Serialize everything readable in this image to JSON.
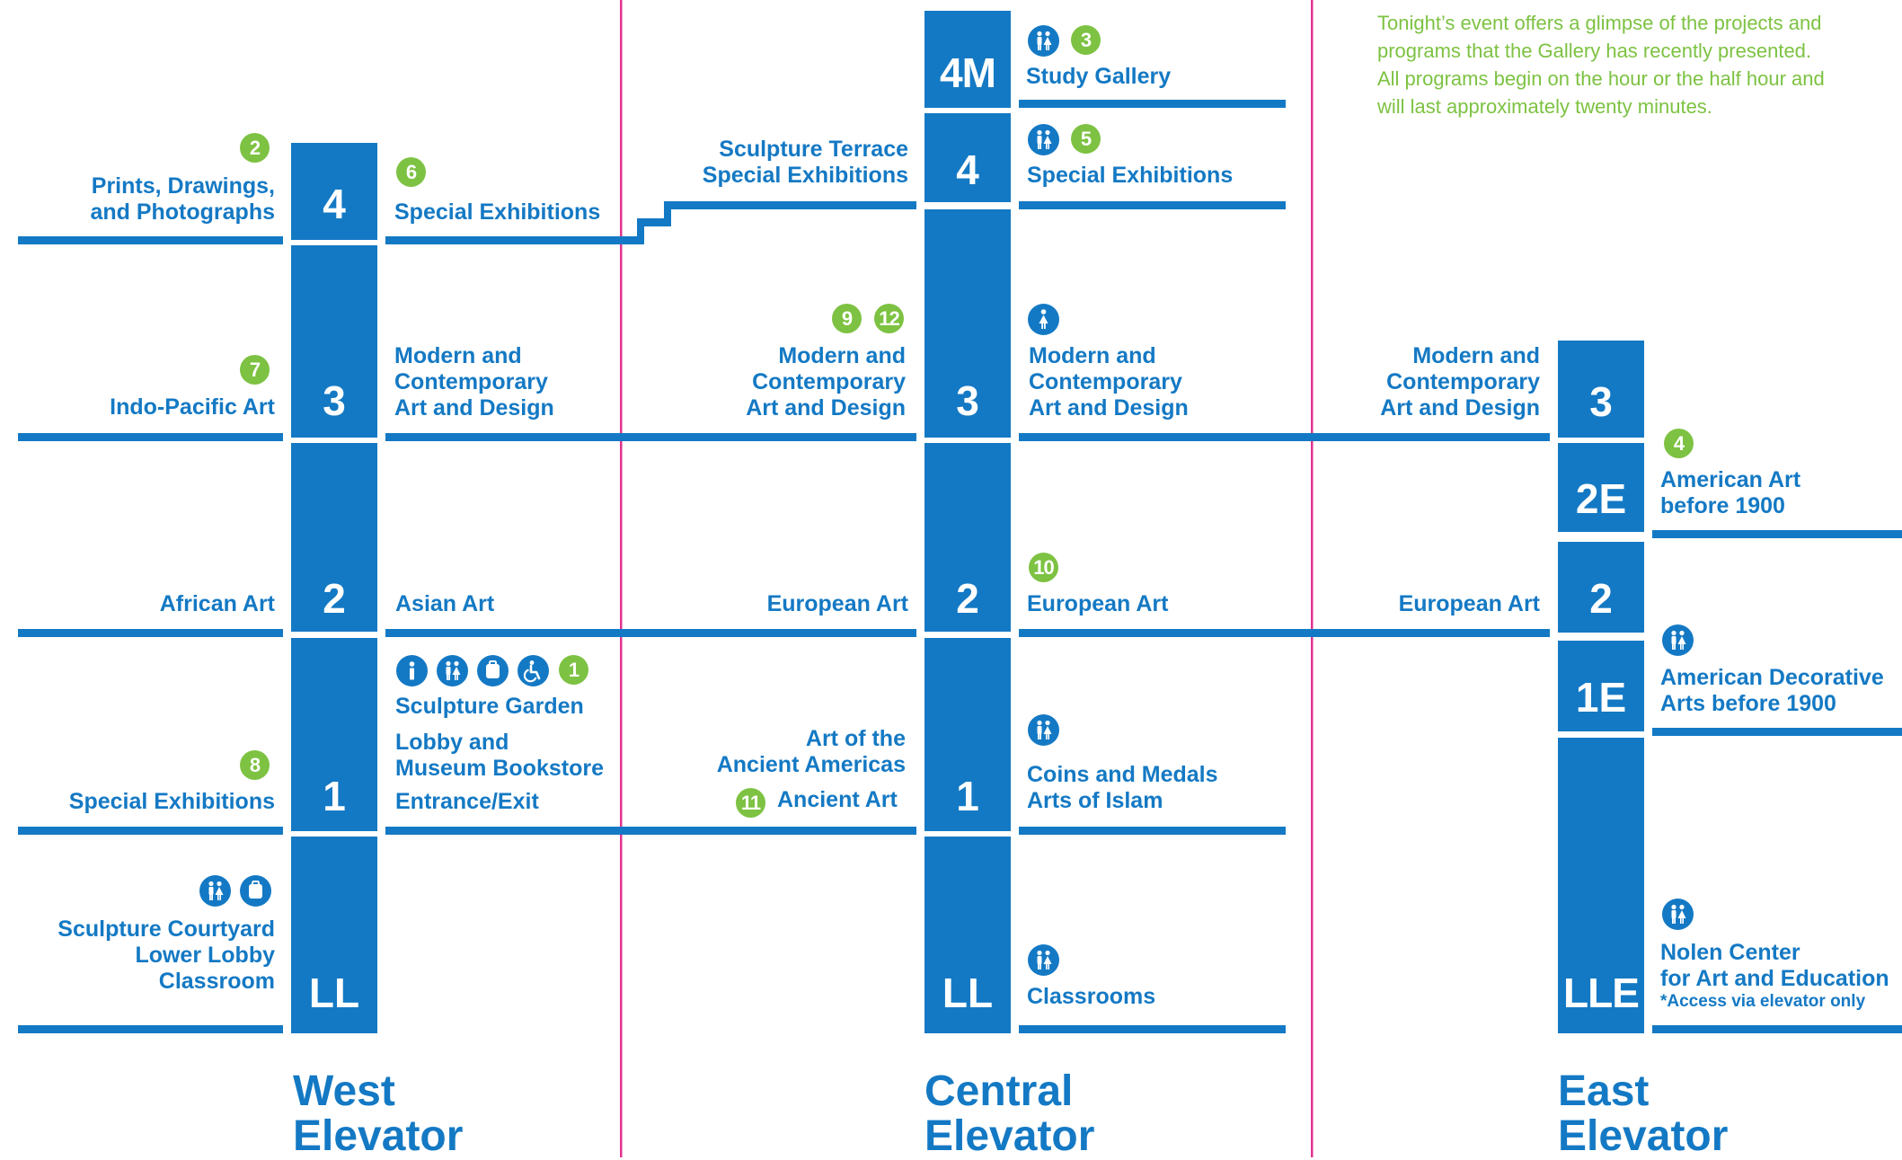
{
  "intro_lines": [
    "Tonight’s event offers a glimpse of the projects and",
    "programs that the Gallery has recently presented.",
    "All programs begin on the hour or the half hour and",
    "will last approximately twenty minutes."
  ],
  "colors": {
    "blue": "#1479c4",
    "green": "#7dc242",
    "divider": "#e0338f"
  },
  "elevators": {
    "west": {
      "name_line1": "West",
      "name_line2": "Elevator"
    },
    "central": {
      "name_line1": "Central",
      "name_line2": "Elevator"
    },
    "east": {
      "name_line1": "East",
      "name_line2": "Elevator"
    }
  },
  "floor_numbers": {
    "w4": "4",
    "w3": "3",
    "w2": "2",
    "w1": "1",
    "wll": "LL",
    "c4m": "4M",
    "c4": "4",
    "c3": "3",
    "c2": "2",
    "c1": "1",
    "cll": "LL",
    "e3": "3",
    "e2e": "2E",
    "e2": "2",
    "e1e": "1E",
    "elle": "LLE"
  },
  "labels": {
    "w4_left_1": "Prints, Drawings,",
    "w4_left_2": "and Photographs",
    "w4_right": "Special Exhibitions",
    "w3_left": "Indo-Pacific Art",
    "w3_right_1": "Modern and",
    "w3_right_2": "Contemporary",
    "w3_right_3": "Art and Design",
    "w2_left": "African Art",
    "w2_right": "Asian Art",
    "w1_left": "Special Exhibitions",
    "w1_right_1": "Sculpture Garden",
    "w1_right_2": "Lobby and",
    "w1_right_3": "Museum Bookstore",
    "w1_right_4": "Entrance/Exit",
    "wll_left_1": "Sculpture Courtyard",
    "wll_left_2": "Lower Lobby",
    "wll_left_3": "Classroom",
    "c4m_right": "Study Gallery",
    "c4_left_1": "Sculpture Terrace",
    "c4_left_2": "Special Exhibitions",
    "c4_right": "Special Exhibitions",
    "c3_left_1": "Modern and",
    "c3_left_2": "Contemporary",
    "c3_left_3": "Art and Design",
    "c3_right_1": "Modern and",
    "c3_right_2": "Contemporary",
    "c3_right_3": "Art and Design",
    "c2_left": "European Art",
    "c2_right": "European Art",
    "c1_left_1": "Art of the",
    "c1_left_2": "Ancient Americas",
    "c1_left_3": "Ancient Art",
    "c1_right_1": "Coins and Medals",
    "c1_right_2": "Arts of Islam",
    "cll_right": "Classrooms",
    "e3_left_1": "Modern and",
    "e3_left_2": "Contemporary",
    "e3_left_3": "Art and Design",
    "e2e_right_1": "American Art",
    "e2e_right_2": "before 1900",
    "e2_left": "European Art",
    "e1e_right_1": "American Decorative",
    "e1e_right_2": "Arts before 1900",
    "elle_right_1": "Nolen Center",
    "elle_right_2": "for Art and Education",
    "elle_note": "*Access via elevator only"
  },
  "program_badges": {
    "w4_left": "2",
    "w4_right": "6",
    "w3_left": "7",
    "w1_left": "8",
    "w1_right": "1",
    "c4m": "3",
    "c4": "5",
    "c3_a": "9",
    "c3_b": "12",
    "c2_right": "10",
    "c1_left": "11",
    "e2e": "4"
  },
  "icons": [
    "restrooms-icon",
    "information-icon",
    "coat-check-icon",
    "accessible-icon",
    "womens-restroom-icon"
  ]
}
